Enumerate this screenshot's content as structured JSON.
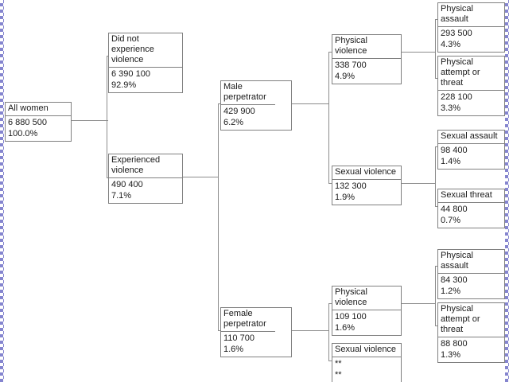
{
  "diagram": {
    "type": "tree",
    "nodes": [
      {
        "id": "all-women",
        "title": "All women",
        "value": "6 880 500",
        "percent": "100.0%"
      },
      {
        "id": "did-not-experience-violence",
        "title": "Did not experience violence",
        "value": "6 390 100",
        "percent": "92.9%"
      },
      {
        "id": "experienced-violence",
        "title": "Experienced violence",
        "value": "490 400",
        "percent": "7.1%"
      },
      {
        "id": "male-perpetrator",
        "title": "Male perpetrator",
        "value": "429 900",
        "percent": "6.2%"
      },
      {
        "id": "female-perpetrator",
        "title": "Female perpetrator",
        "value": "110 700",
        "percent": "1.6%"
      },
      {
        "id": "physical-violence-male",
        "title": "Physical violence",
        "value": "338 700",
        "percent": "4.9%"
      },
      {
        "id": "sexual-violence-male",
        "title": "Sexual violence",
        "value": "132 300",
        "percent": "1.9%"
      },
      {
        "id": "physical-violence-female",
        "title": "Physical violence",
        "value": "109 100",
        "percent": "1.6%"
      },
      {
        "id": "sexual-violence-female",
        "title": "Sexual violence",
        "value": "**",
        "percent": "**"
      },
      {
        "id": "physical-assault-male",
        "title": "Physical assault",
        "value": "293 500",
        "percent": "4.3%"
      },
      {
        "id": "physical-attempt-or-threat-male",
        "title": "Physical attempt or threat",
        "value": "228 100",
        "percent": "3.3%"
      },
      {
        "id": "sexual-assault-male",
        "title": "Sexual assault",
        "value": "98 400",
        "percent": "1.4%"
      },
      {
        "id": "sexual-threat-male",
        "title": "Sexual threat",
        "value": "44 800",
        "percent": "0.7%"
      },
      {
        "id": "physical-assault-female",
        "title": "Physical assault",
        "value": "84 300",
        "percent": "1.2%"
      },
      {
        "id": "physical-attempt-or-threat-female",
        "title": "Physical attempt or threat",
        "value": "88 800",
        "percent": "1.3%"
      }
    ],
    "edges": [
      {
        "from": "all-women",
        "to": "did-not-experience-violence"
      },
      {
        "from": "all-women",
        "to": "experienced-violence"
      },
      {
        "from": "experienced-violence",
        "to": "male-perpetrator"
      },
      {
        "from": "experienced-violence",
        "to": "female-perpetrator"
      },
      {
        "from": "male-perpetrator",
        "to": "physical-violence-male"
      },
      {
        "from": "male-perpetrator",
        "to": "sexual-violence-male"
      },
      {
        "from": "female-perpetrator",
        "to": "physical-violence-female"
      },
      {
        "from": "female-perpetrator",
        "to": "sexual-violence-female"
      },
      {
        "from": "physical-violence-male",
        "to": "physical-assault-male"
      },
      {
        "from": "physical-violence-male",
        "to": "physical-attempt-or-threat-male"
      },
      {
        "from": "sexual-violence-male",
        "to": "sexual-assault-male"
      },
      {
        "from": "sexual-violence-male",
        "to": "sexual-threat-male"
      },
      {
        "from": "physical-violence-female",
        "to": "physical-assault-female"
      },
      {
        "from": "physical-violence-female",
        "to": "physical-attempt-or-threat-female"
      }
    ],
    "colors": {
      "background": "#ffffff",
      "box_border": "#808080",
      "connector": "#8c8c8c",
      "text": "#1a1a1a",
      "selection_border_blue": "#8585cf"
    }
  }
}
